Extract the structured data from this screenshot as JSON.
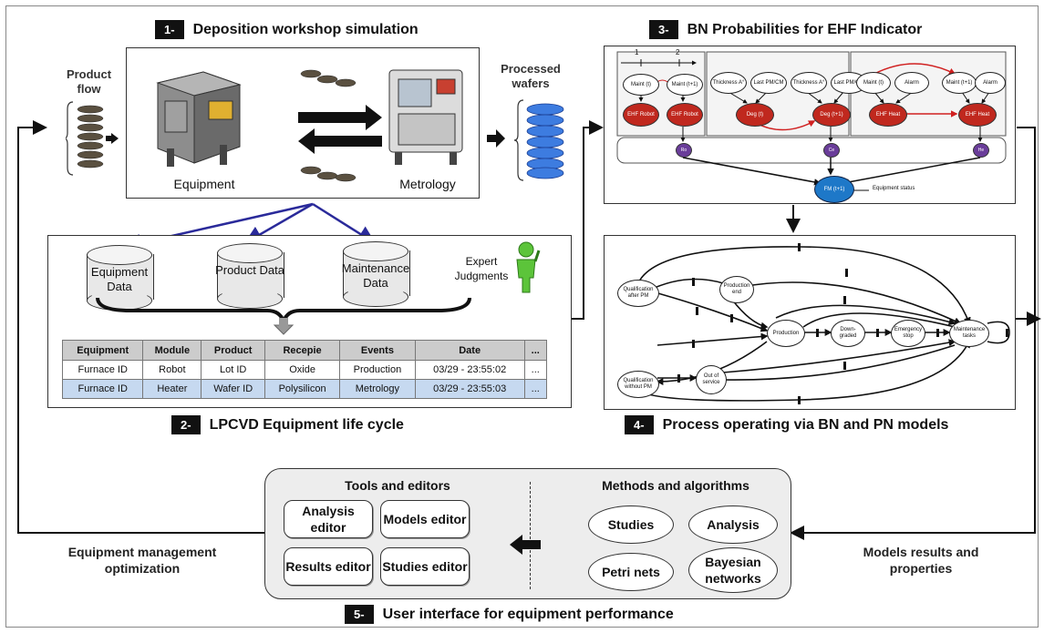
{
  "steps": {
    "s1": {
      "num": "1-",
      "title": "Deposition workshop simulation"
    },
    "s2": {
      "num": "2-",
      "title": "LPCVD Equipment life cycle"
    },
    "s3": {
      "num": "3-",
      "title": "BN Probabilities for EHF Indicator"
    },
    "s4": {
      "num": "4-",
      "title": "Process operating via BN and PN models"
    },
    "s5": {
      "num": "5-",
      "title": "User interface for equipment performance"
    }
  },
  "workshop": {
    "product_flow": "Product flow",
    "processed_wafers": "Processed wafers",
    "equipment": "Equipment",
    "metrology": "Metrology"
  },
  "databases": {
    "equipment": "Equipment Data",
    "product": "Product Data",
    "maintenance": "Maintenance Data",
    "expert": "Expert Judgments"
  },
  "lifecycle_table": {
    "headers": [
      "Equipment",
      "Module",
      "Product",
      "Recepie",
      "Events",
      "Date",
      "..."
    ],
    "rows": [
      [
        "Furnace ID",
        "Robot",
        "Lot ID",
        "Oxide",
        "Production",
        "03/29 - 23:55:02",
        "..."
      ],
      [
        "Furnace ID",
        "Heater",
        "Wafer ID",
        "Polysilicon",
        "Metrology",
        "03/29 - 23:55:03",
        "..."
      ]
    ]
  },
  "bn": {
    "slice1": "1",
    "slice2": "2",
    "maint_t": "Maint (t)",
    "maint_t1": "Maint (t+1)",
    "ehf_robot": "EHF Robot",
    "thickness": "Thickness A°",
    "last_pm": "Last PM/CM",
    "deg_t": "Deg (t)",
    "deg_t1": "Deg (t+1)",
    "alarm": "Alarm",
    "ehf_heat": "EHF Heat",
    "ro": "Ro",
    "ce": "Ce",
    "he": "He",
    "fm": "FM (t+1)",
    "equipment_status": "Equipment status"
  },
  "pn": {
    "qual_after": "Qualification after PM",
    "prod_end": "Production end",
    "production": "Production",
    "downgraded": "Down-graded",
    "emergency": "Emergency stop",
    "maintenance": "Maintenance tasks",
    "qual_without": "Qualification without PM",
    "out_of_service": "Out of service"
  },
  "ui": {
    "tools_title": "Tools and editors",
    "methods_title": "Methods and algorithms",
    "tools": [
      "Analysis editor",
      "Models editor",
      "Results editor",
      "Studies editor"
    ],
    "methods": [
      "Studies",
      "Analysis",
      "Petri nets",
      "Bayesian networks"
    ]
  },
  "side_labels": {
    "left": "Equipment management optimization",
    "right": "Models results  and properties"
  }
}
